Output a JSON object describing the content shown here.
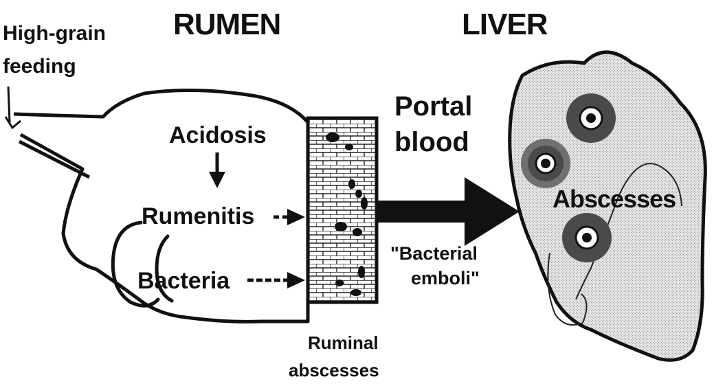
{
  "headings": {
    "rumen": "RUMEN",
    "liver": "LIVER"
  },
  "labels": {
    "feed_line1": "High-grain",
    "feed_line2": "feeding",
    "acidosis": "Acidosis",
    "rumenitis": "Rumenitis",
    "bacteria": "Bacteria",
    "portal_line1": "Portal",
    "portal_line2": "blood",
    "emboli_line1": "\"Bacterial",
    "emboli_line2": "emboli\"",
    "abscesses": "Abscesses",
    "ruminal_line1": "Ruminal",
    "ruminal_line2": "abscesses"
  },
  "colors": {
    "ink": "#111111",
    "liver_fill": "#d6d6d6",
    "abscess_ring_outer": "#6e6e6e",
    "abscess_ring_inner": "#4a4a4a"
  }
}
